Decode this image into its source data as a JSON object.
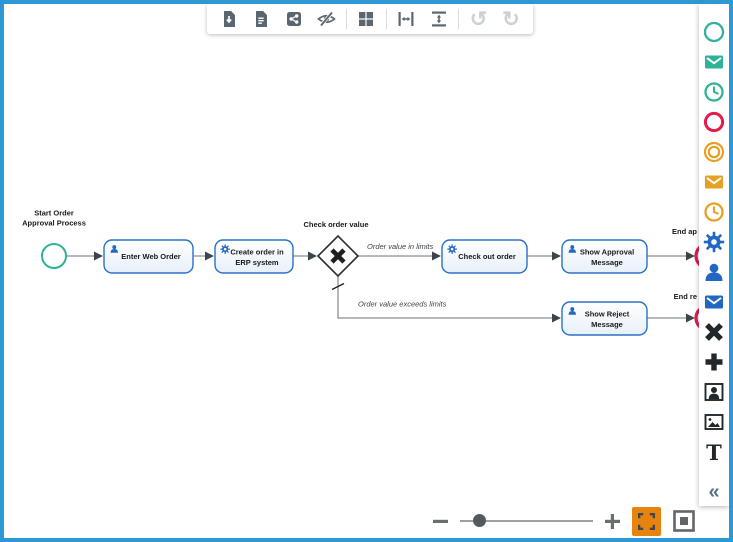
{
  "app": {
    "name": "bpmn-diagram-editor",
    "colors": {
      "frame_blue": "#2e98d5",
      "event_start_teal": "#2eb398",
      "event_end_red": "#e31b4d",
      "event_intermediate_orange": "#e6a124",
      "task_blue": "#2268c2",
      "task_border_blue": "#2a70c8",
      "gateway_dark": "#1c2023",
      "toolbar_icon_gray": "#5b6770",
      "fit_button_orange": "#e8830e"
    }
  },
  "toolbar": {
    "items": [
      "export-document",
      "report-document",
      "share",
      "hide-preview",
      "grid-layout",
      "distribute-horizontal",
      "distribute-vertical",
      "undo",
      "redo"
    ],
    "undo_glyph": "↺",
    "redo_glyph": "↻"
  },
  "palette": {
    "items": [
      "start-event",
      "message-start-event",
      "timer-start-event",
      "end-event",
      "intermediate-event",
      "message-intermediate-event",
      "timer-intermediate-event",
      "service-task",
      "user-task",
      "message-task",
      "exclusive-gateway",
      "parallel-gateway",
      "participant",
      "image",
      "text",
      "collapse-palette"
    ],
    "text_glyph": "T",
    "collapse_glyph": "«"
  },
  "zoom_controls": {
    "minus_glyph": "−",
    "plus_glyph": "+",
    "slider_fraction": 0.13,
    "fit_button_active": true
  },
  "diagram": {
    "start_event": {
      "label_line1": "Start Order",
      "label_line2": "Approval Process"
    },
    "tasks": {
      "enter_web_order": {
        "label": "Enter Web Order"
      },
      "create_order": {
        "label_line1": "Create order in",
        "label_line2": "ERP system"
      },
      "check_out_order": {
        "label": "Check out order"
      },
      "show_approval": {
        "label_line1": "Show Approval",
        "label_line2": "Message"
      },
      "show_reject": {
        "label_line1": "Show Reject",
        "label_line2": "Message"
      }
    },
    "gateway": {
      "label": "Check order value"
    },
    "flows": {
      "in_limits": {
        "label": "Order value in limits"
      },
      "exceeds_limits": {
        "label": "Order value exceeds limits"
      }
    },
    "end_events": {
      "approval": {
        "label": "End ap"
      },
      "reject": {
        "label": "End re"
      }
    }
  }
}
